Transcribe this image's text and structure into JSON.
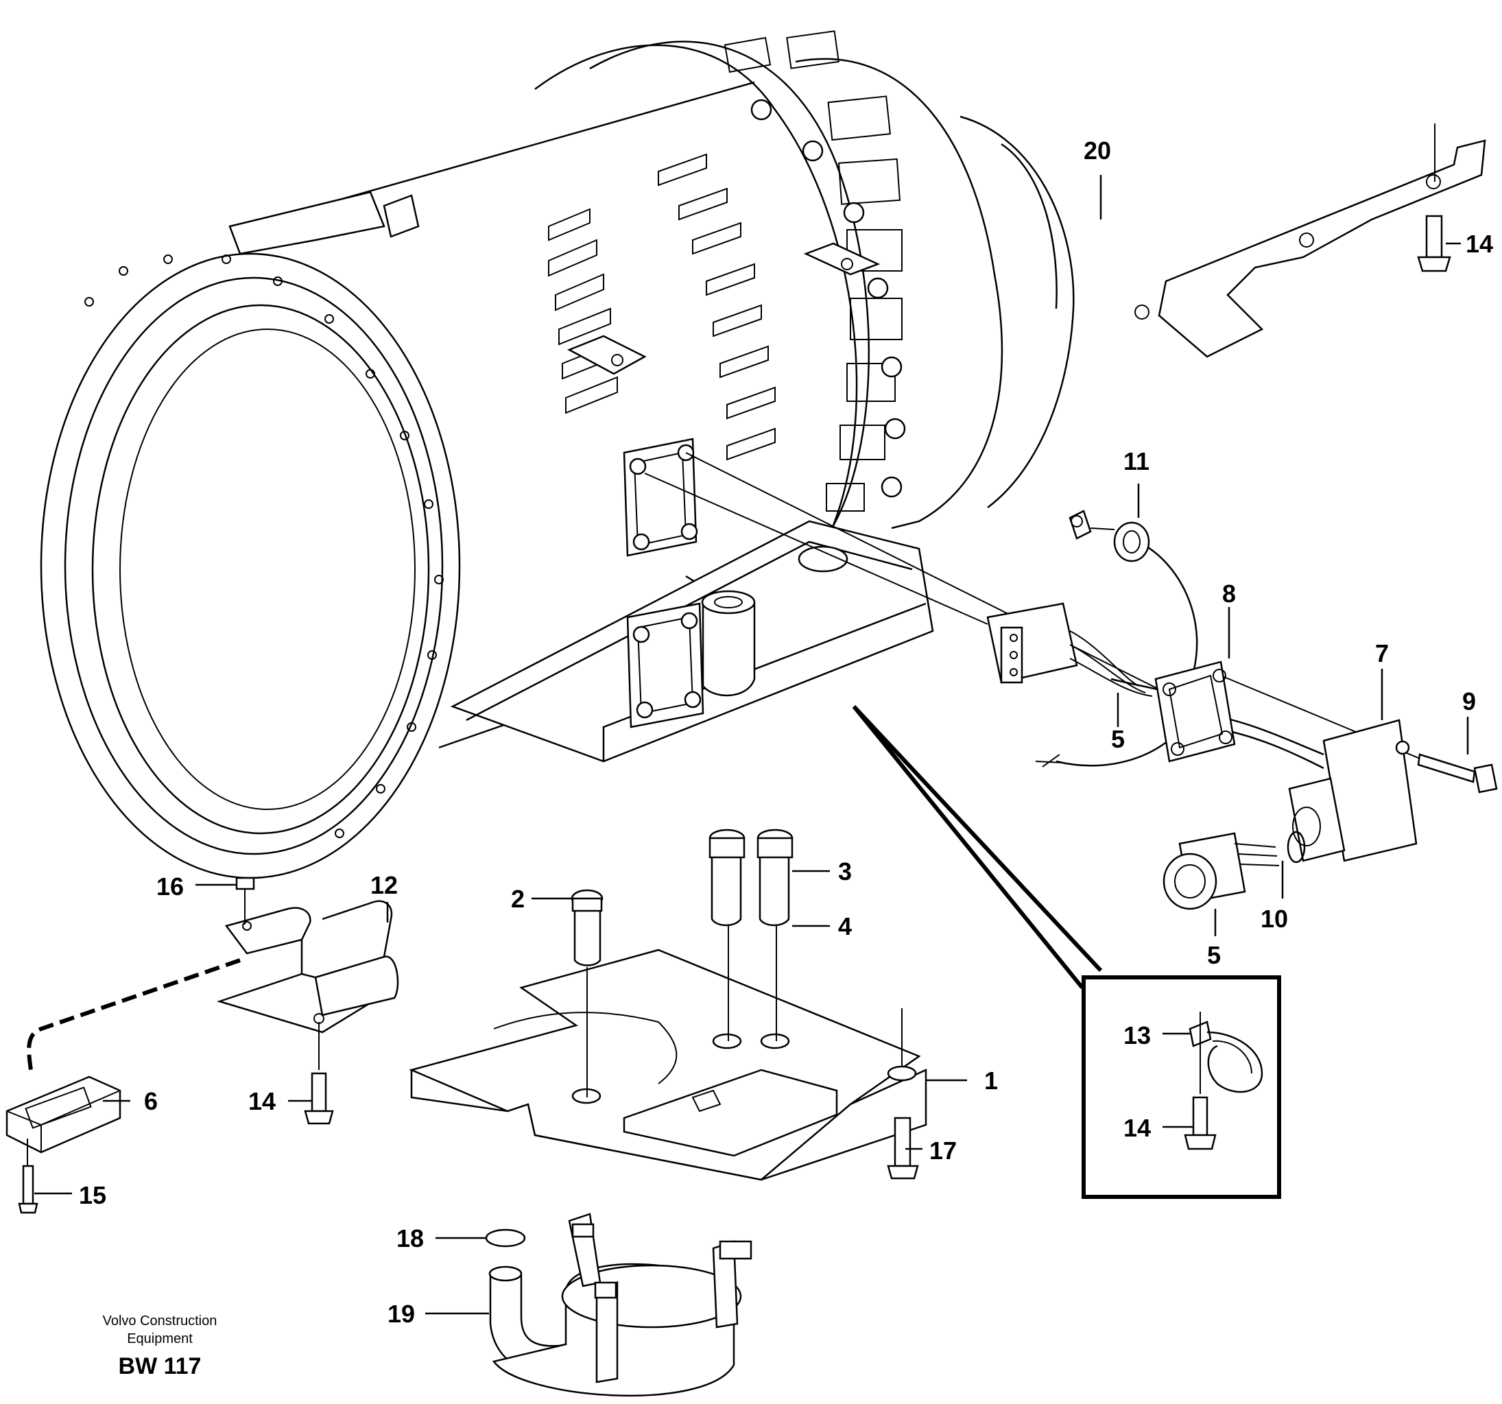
{
  "callouts": {
    "c1": "1",
    "c2": "2",
    "c3": "3",
    "c4": "4",
    "c5a": "5",
    "c5b": "5",
    "c6": "6",
    "c7": "7",
    "c8": "8",
    "c9": "9",
    "c10": "10",
    "c11": "11",
    "c12": "12",
    "c13": "13",
    "c14a": "14",
    "c14b": "14",
    "c14c": "14",
    "c15": "15",
    "c16": "16",
    "c17": "17",
    "c18": "18",
    "c19": "19",
    "c20": "20"
  },
  "caption": {
    "line1": "Volvo Construction",
    "line2": "Equipment",
    "code": "BW 117"
  }
}
